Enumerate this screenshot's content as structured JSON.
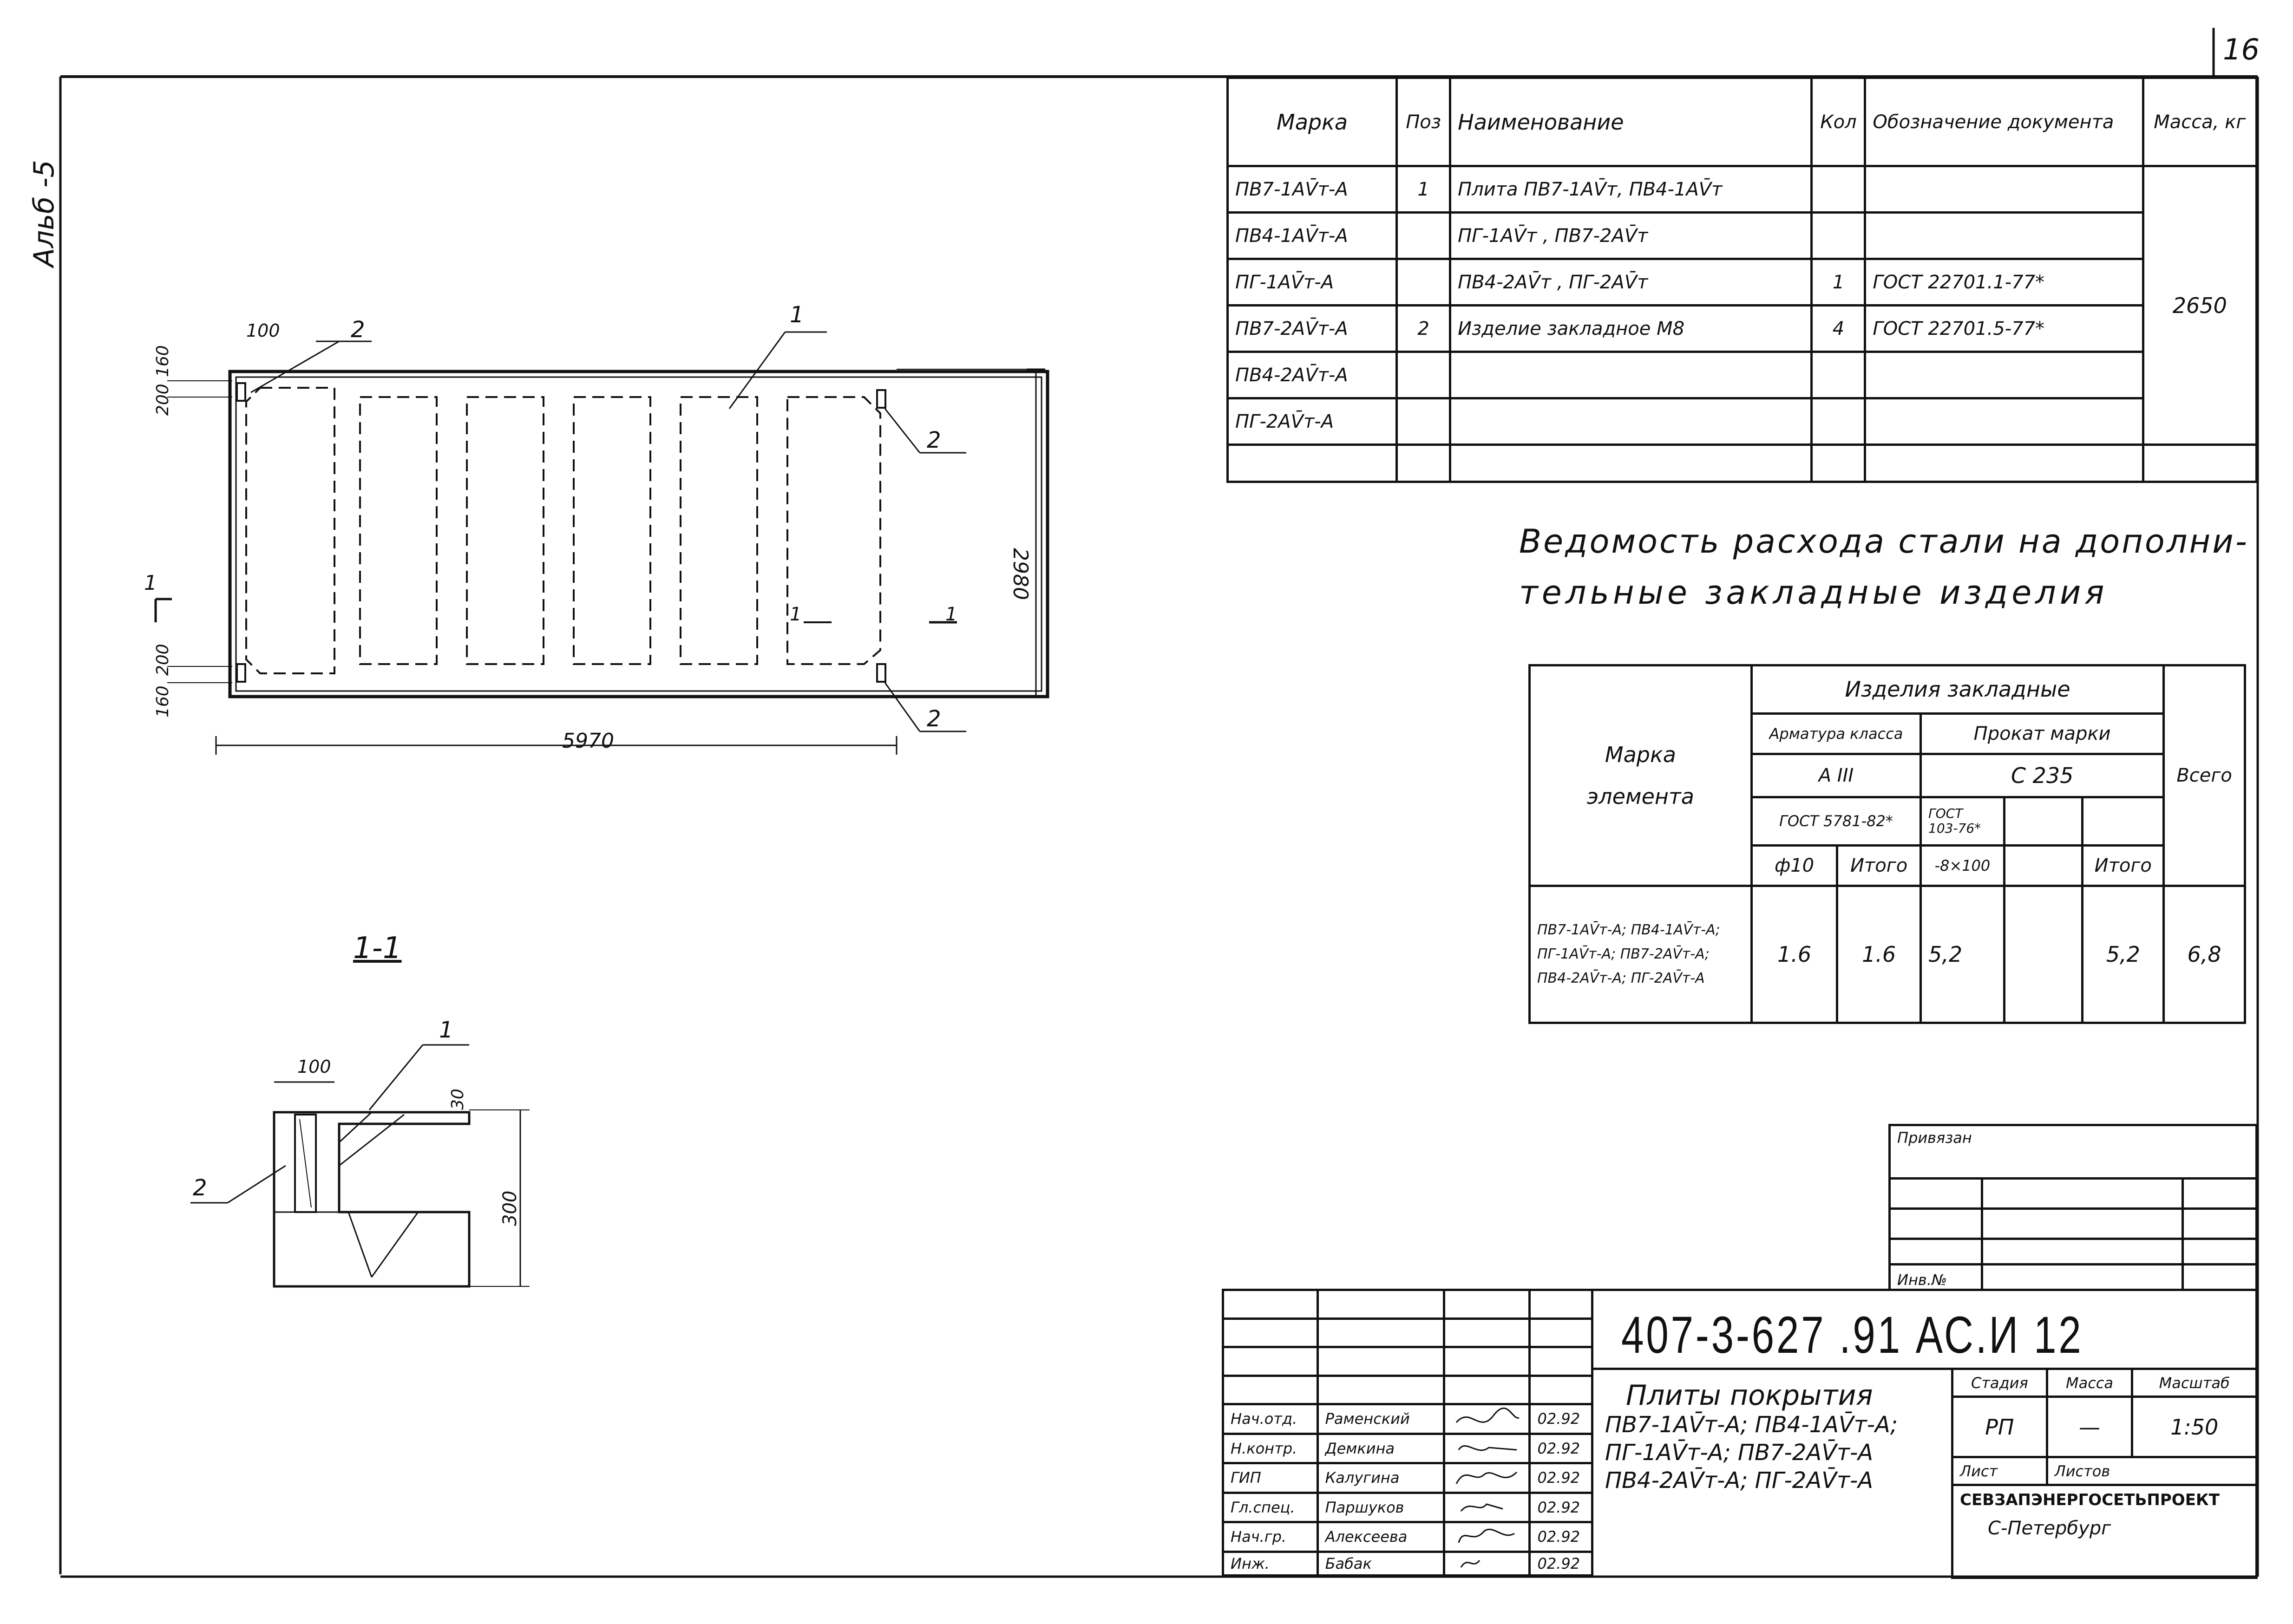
{
  "sheet": {
    "sheet_number": "16",
    "album_label": "Альб -5"
  },
  "plan_drawing": {
    "dim_top_edge": "100",
    "dim_corner_a": "160",
    "dim_corner_b": "200",
    "dim_lower_a": "200",
    "dim_lower_b": "160",
    "overall_length": "5970",
    "overall_width": "2980",
    "callout_slab": "1",
    "callout_insert_tl": "2",
    "callout_insert_r": "2",
    "callout_insert_br": "2",
    "section_mark_left": "1",
    "section_mark_right_a": "1",
    "section_mark_right_b": "1"
  },
  "section_drawing": {
    "title": "1-1",
    "dim_width": "100",
    "dim_top": "30",
    "dim_height": "300",
    "callout_slab": "1",
    "callout_insert": "2"
  },
  "spec_table": {
    "headers": [
      "Марка",
      "Поз",
      "Наименование",
      "Кол",
      "Обозначение документа",
      "Масса, кг"
    ],
    "marks": [
      "ПВ7-1АV̄т-А",
      "ПВ4-1АV̄т-А",
      "ПГ-1АV̄т-А",
      "ПВ7-2АV̄т-А",
      "ПВ4-2АV̄т-А",
      "ПГ-2АV̄т-А"
    ],
    "rows": [
      {
        "pos": "1",
        "name": "Плита ПВ7-1АV̄т, ПВ4-1АV̄т",
        "qty": "",
        "doc": ""
      },
      {
        "pos": "",
        "name": "ПГ-1АV̄т , ПВ7-2АV̄т",
        "qty": "",
        "doc": ""
      },
      {
        "pos": "",
        "name": "ПВ4-2АV̄т , ПГ-2АV̄т",
        "qty": "1",
        "doc": "ГОСТ 22701.1-77*"
      },
      {
        "pos": "2",
        "name": "Изделие закладное М8",
        "qty": "4",
        "doc": "ГОСТ 22701.5-77*"
      }
    ],
    "mass": "2650"
  },
  "steel_statement": {
    "title_line1": "Ведомость расхода стали на дополни-",
    "title_line2": "тельные закладные изделия",
    "header_mark_line1": "Марка",
    "header_mark_line2": "элемента",
    "header_group": "Изделия закладные",
    "header_rebar_class": "Арматура класса",
    "header_rolled": "Прокат марки",
    "header_a3": "А III",
    "header_c235": "С 235",
    "header_total": "Всего",
    "header_gost_rebar": "ГОСТ 5781-82*",
    "header_gost_rolled": "ГОСТ 103-76*",
    "header_phi10": "ф10",
    "header_itogo1": "Итого",
    "header_strip": "-8×100",
    "header_itogo2": "Итого",
    "row_marks": "ПВ7-1АV̄т-А; ПВ4-1АV̄т-А; ПГ-1АV̄т-А; ПВ7-2АV̄т-А; ПВ4-2АV̄т-А; ПГ-2АV̄т-А",
    "values": {
      "phi10": "1.6",
      "itogo1": "1.6",
      "strip": "5,2",
      "blank": "",
      "itogo2": "5,2",
      "total": "6,8"
    }
  },
  "title_block": {
    "privyazan": "Привязан",
    "inv_no": "Инв.№",
    "code": "407-3-627 .91 АС.И 12",
    "name_lines": [
      "Плиты покрытия",
      "ПВ7-1АV̄т-А; ПВ4-1АV̄т-А;",
      "ПГ-1АV̄т-А; ПВ7-2АV̄т-А",
      "ПВ4-2АV̄т-А; ПГ-2АV̄т-А"
    ],
    "stage_header": "Стадия",
    "mass_header": "Масса",
    "scale_header": "Масштаб",
    "stage": "РП",
    "mass": "—",
    "scale": "1:50",
    "sheet_label": "Лист",
    "sheets_label": "Листов",
    "org": "СЕВЗАПЭНЕРГОСЕТЬПРОЕКТ",
    "city": "С-Петербург",
    "signatures": [
      {
        "role": "Нач.отд.",
        "name": "Раменский",
        "date": "02.92"
      },
      {
        "role": "Н.контр.",
        "name": "Демкина",
        "date": "02.92"
      },
      {
        "role": "ГИП",
        "name": "Калугина",
        "date": "02.92"
      },
      {
        "role": "Гл.спец.",
        "name": "Паршуков",
        "date": "02.92"
      },
      {
        "role": "Нач.гр.",
        "name": "Алексеева",
        "date": "02.92"
      },
      {
        "role": "Инж.",
        "name": "Бабак",
        "date": "02.92"
      }
    ]
  }
}
